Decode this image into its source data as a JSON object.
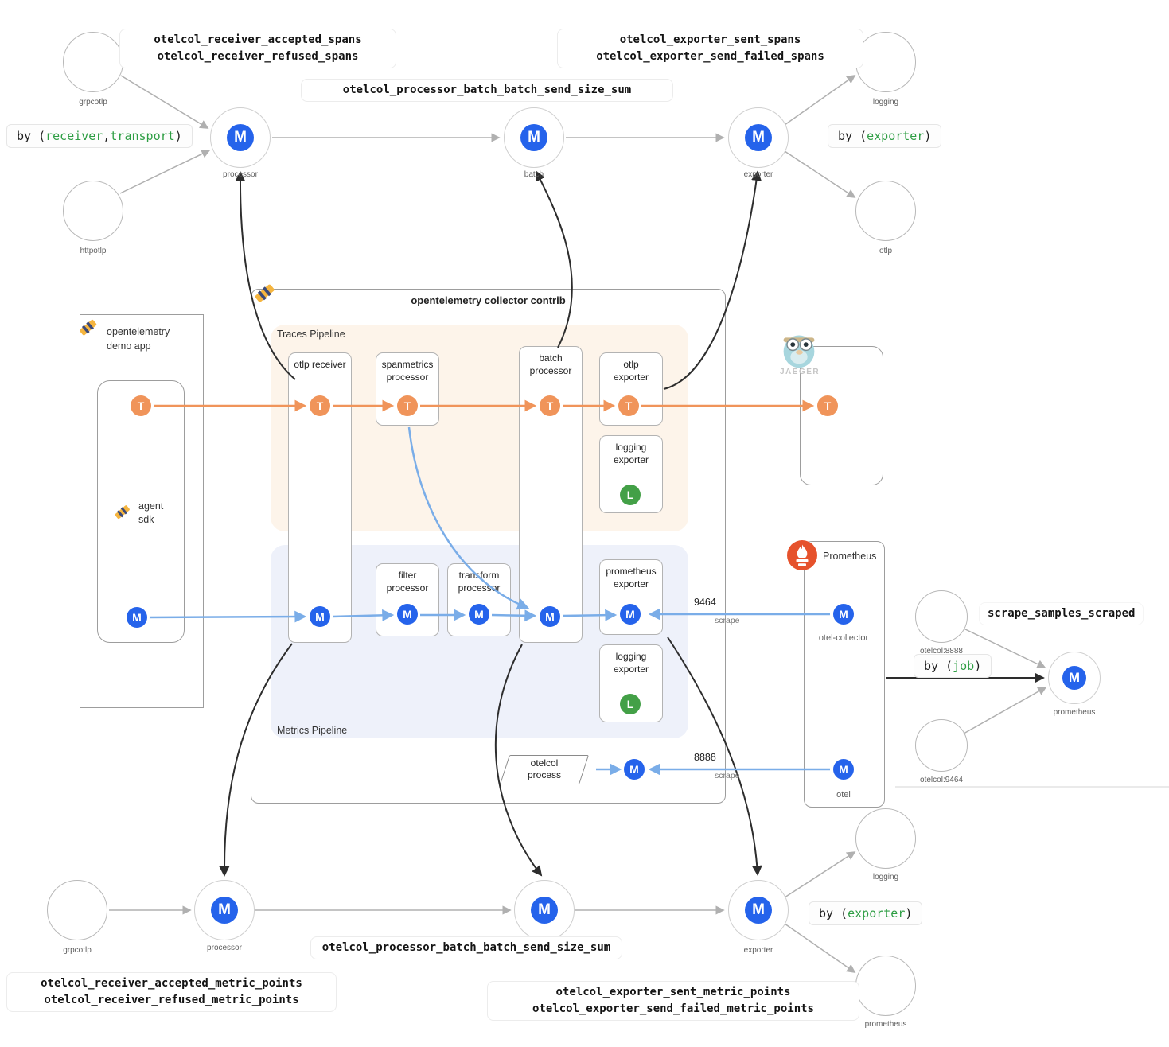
{
  "icons": {
    "m": "M",
    "t": "T",
    "l": "L"
  },
  "colors": {
    "traces_flow": "#f0945a",
    "metrics_flow": "#7aade8",
    "metric_badge": "#2563eb",
    "logging_badge": "#43a047",
    "green_text": "#2e9e44",
    "prometheus": "#e6522c"
  },
  "by_labels": {
    "open": "by (",
    "close": ")",
    "comma": ",",
    "receiver": "receiver",
    "transport": "transport",
    "exporter": "exporter",
    "job": "job"
  },
  "top": {
    "receiver_metrics": "otelcol_receiver_accepted_spans\notelcol_receiver_refused_spans",
    "processor_metric": "otelcol_processor_batch_batch_send_size_sum",
    "exporter_metrics": "otelcol_exporter_sent_spans\notelcol_exporter_send_failed_spans",
    "sources": [
      {
        "label": "grpcotlp"
      },
      {
        "label": "httpotlp"
      }
    ],
    "nodes": [
      {
        "label": "processor"
      },
      {
        "label": "batch"
      },
      {
        "label": "exporter"
      }
    ],
    "sinks": [
      {
        "label": "logging"
      },
      {
        "label": "otlp"
      }
    ]
  },
  "collector": {
    "title": "opentelemetry collector contrib",
    "traces_pipeline": "Traces Pipeline",
    "metrics_pipeline": "Metrics Pipeline",
    "otlp_receiver": "otlp receiver",
    "spanmetrics_processor": "spanmetrics\nprocessor",
    "batch_processor": "batch\nprocessor",
    "otlp_exporter": "otlp\nexporter",
    "logging_exporter_traces": "logging\nexporter",
    "filter_processor": "filter\nprocessor",
    "transform_processor": "transform\nprocessor",
    "prometheus_exporter": "prometheus\nexporter",
    "logging_exporter_metrics": "logging\nexporter",
    "otelcol_process": "otelcol\nprocess"
  },
  "demo_app": {
    "title": "opentelemetry\ndemo app",
    "sdk": "agent\nsdk"
  },
  "jaeger": {
    "name": "JAEGER"
  },
  "prometheus": {
    "title": "Prometheus",
    "otel_collector": "otel-collector",
    "otel": "otel",
    "scrape_9464": {
      "port": "9464",
      "word": "scrape"
    },
    "scrape_8888": {
      "port": "8888",
      "word": "scrape"
    }
  },
  "right": {
    "scrape_metric": "scrape_samples_scraped",
    "target_8888": "otelcol:8888",
    "target_9464": "otelcol:9464",
    "prom_node": "prometheus"
  },
  "bottom": {
    "receiver_metrics": "otelcol_receiver_accepted_metric_points\notelcol_receiver_refused_metric_points",
    "processor_metric": "otelcol_processor_batch_batch_send_size_sum",
    "exporter_metrics": "otelcol_exporter_sent_metric_points\notelcol_exporter_send_failed_metric_points",
    "source": {
      "label": "grpcotlp"
    },
    "nodes": [
      {
        "label": "processor"
      },
      {
        "label": ""
      },
      {
        "label": "exporter"
      }
    ],
    "sinks": [
      {
        "label": "logging"
      },
      {
        "label": "prometheus"
      }
    ]
  }
}
